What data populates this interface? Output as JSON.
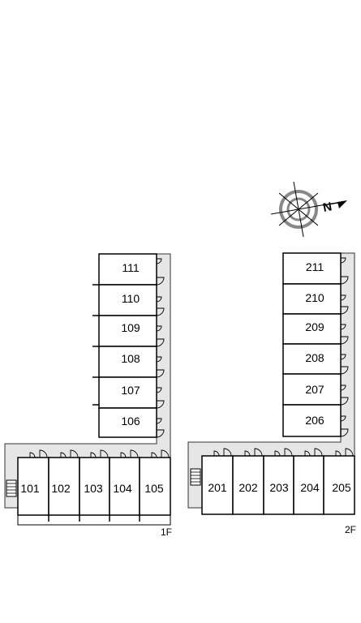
{
  "floors": [
    {
      "label": "1F",
      "vertical_rooms": [
        "111",
        "110",
        "109",
        "108",
        "107",
        "106"
      ],
      "horizontal_rooms": [
        "101",
        "102",
        "103",
        "104",
        "105"
      ]
    },
    {
      "label": "2F",
      "vertical_rooms": [
        "211",
        "210",
        "209",
        "208",
        "207",
        "206"
      ],
      "horizontal_rooms": [
        "201",
        "202",
        "203",
        "204",
        "205"
      ]
    }
  ],
  "compass": {
    "north_label": "N",
    "icon": "compass-icon"
  },
  "colors": {
    "corridor": "#e6e6e6",
    "line": "#000000",
    "compass_ring": "#888888"
  }
}
